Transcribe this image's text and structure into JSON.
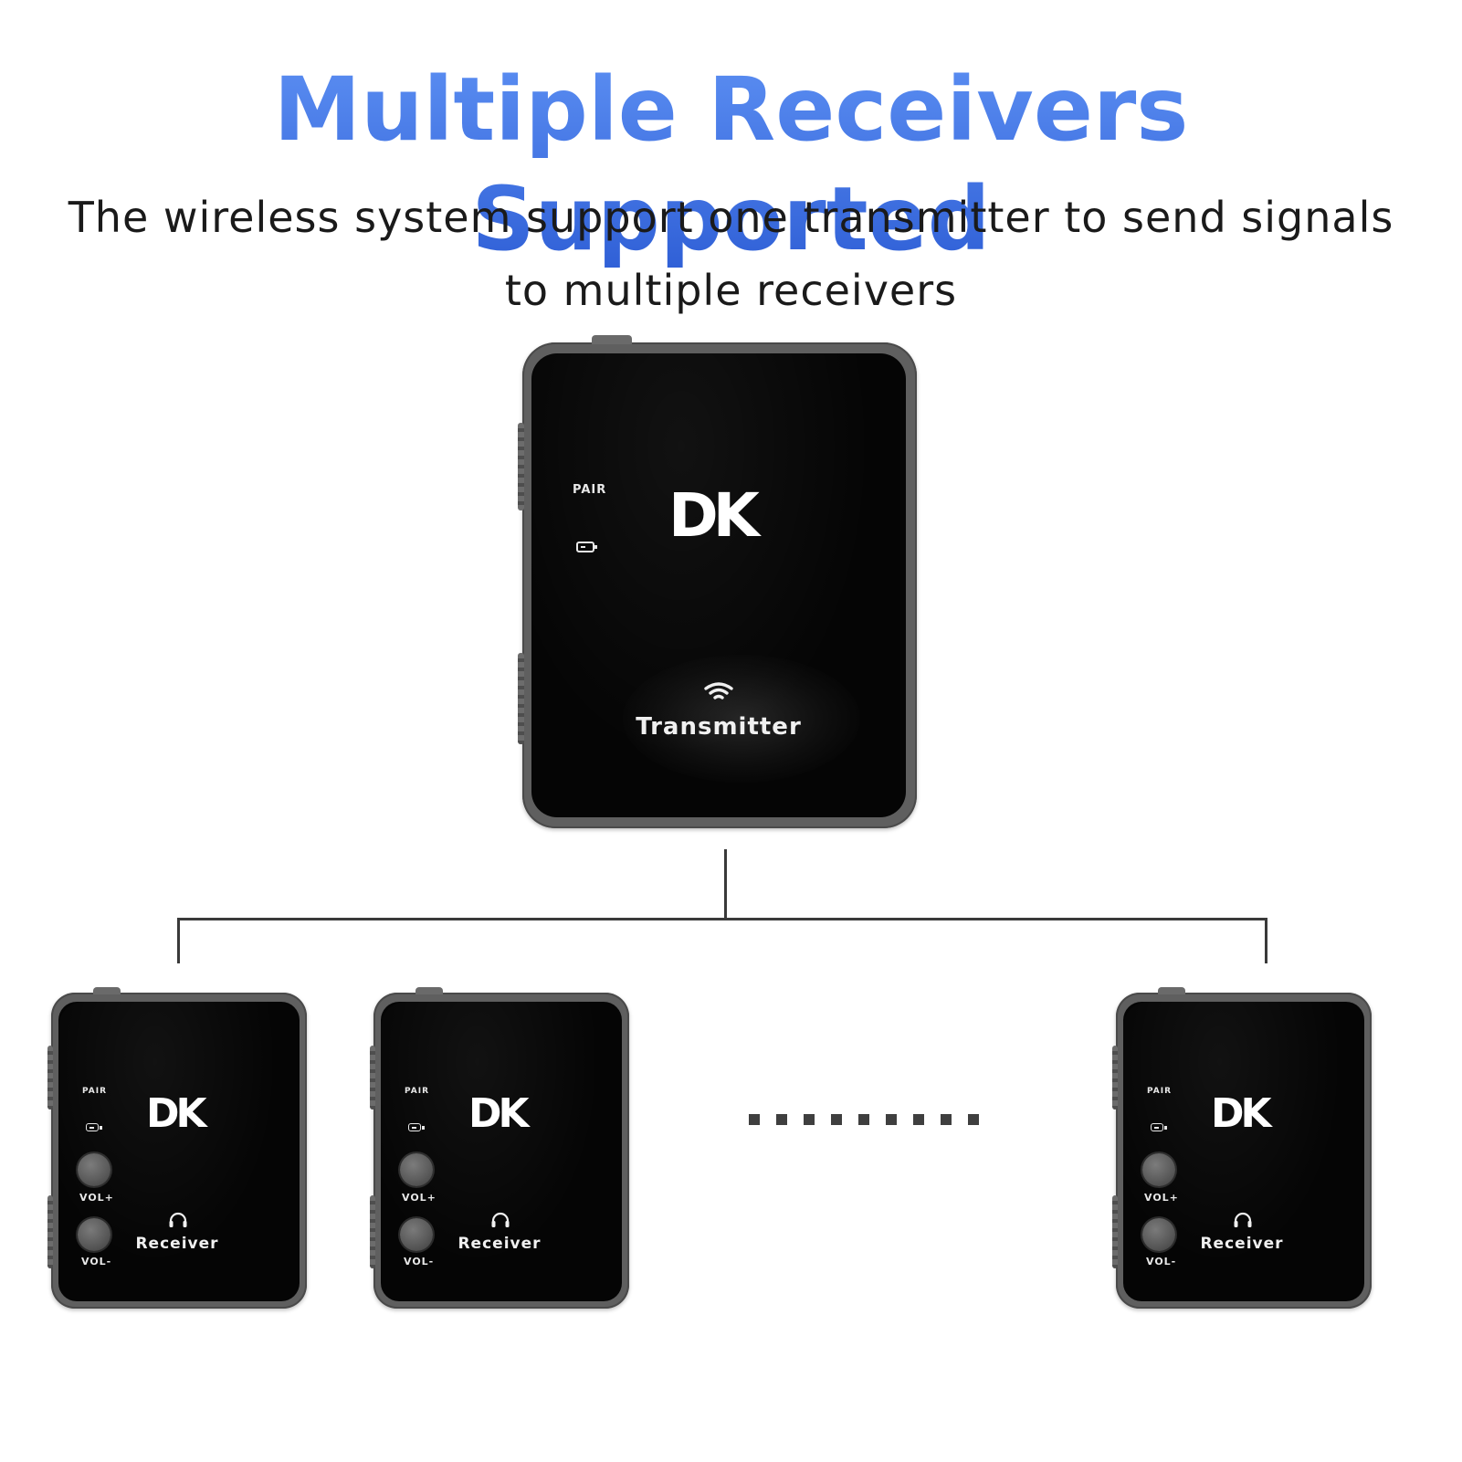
{
  "header": {
    "title": "Multiple Receivers Supported",
    "subtitle": "The wireless system support one transmitter to send signals to multiple receivers"
  },
  "colors": {
    "title_blue": "#3b6fe0",
    "device_shell": "#5f5f5f",
    "device_face": "#050505",
    "connector_line": "#3a3a3a"
  },
  "transmitter": {
    "pair_label": "PAIR",
    "logo": "DK",
    "name": "Transmitter",
    "icons": [
      "battery-icon",
      "wifi-icon"
    ]
  },
  "receivers": [
    {
      "pair_label": "PAIR",
      "logo": "DK",
      "vol_up": "VOL+",
      "vol_down": "VOL-",
      "name": "Receiver",
      "icons": [
        "battery-icon",
        "headphones-icon"
      ]
    },
    {
      "pair_label": "PAIR",
      "logo": "DK",
      "vol_up": "VOL+",
      "vol_down": "VOL-",
      "name": "Receiver",
      "icons": [
        "battery-icon",
        "headphones-icon"
      ]
    },
    {
      "pair_label": "PAIR",
      "logo": "DK",
      "vol_up": "VOL+",
      "vol_down": "VOL-",
      "name": "Receiver",
      "icons": [
        "battery-icon",
        "headphones-icon"
      ]
    }
  ],
  "ellipsis_icon": "dotted-ellipsis"
}
